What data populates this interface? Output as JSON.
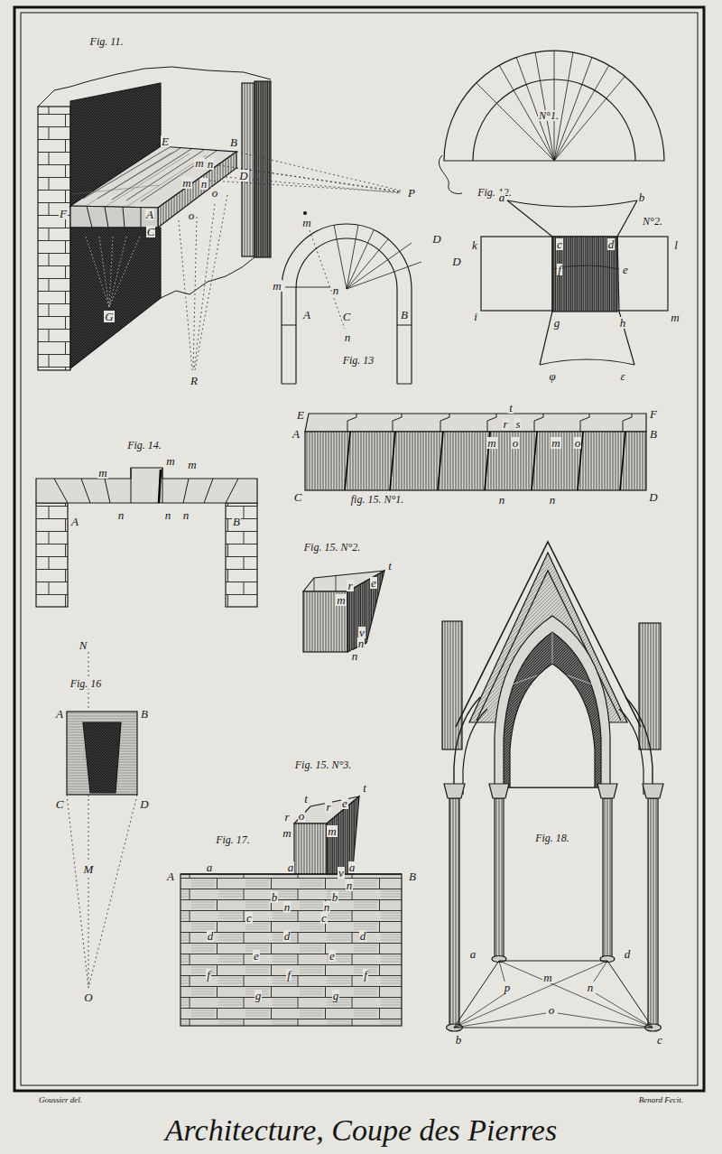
{
  "diagram": {
    "title": "Architecture, Coupe des Pierres",
    "labels": [
      "Fig. 11.",
      "E",
      "B",
      "m",
      "n",
      "D",
      "m",
      "n",
      "o",
      "P",
      "F",
      "A",
      "C",
      "o",
      "G",
      "R",
      "N°1.",
      "Fig. 12.",
      "a",
      "b",
      "N°2.",
      "k",
      "c",
      "d",
      "l",
      "f",
      "e",
      "i",
      "g",
      "h",
      "m",
      "φ",
      "ε",
      "m",
      "D",
      "D",
      "m",
      "n",
      "A",
      "C",
      "B",
      "n",
      "Fig. 13",
      "E",
      "t",
      "F",
      "A",
      "r",
      "s",
      "B",
      "m",
      "o",
      "m",
      "o",
      "C",
      "fig. 15. N°1.",
      "n",
      "n",
      "D",
      "Fig. 14.",
      "m",
      "m",
      "m",
      "A",
      "n",
      "n",
      "n",
      "B",
      "Fig. 15. N°2.",
      "t",
      "r",
      "e",
      "m",
      "v",
      "n",
      "n",
      "Fig. 16",
      "N",
      "A",
      "B",
      "C",
      "D",
      "M",
      "O",
      "Fig. 15. N°3.",
      "t",
      "t",
      "r",
      "o",
      "r",
      "e",
      "m",
      "m",
      "v",
      "n",
      "n",
      "n",
      "Fig. 17.",
      "A",
      "a",
      "a",
      "a",
      "B",
      "b",
      "b",
      "c",
      "c",
      "d",
      "d",
      "d",
      "e",
      "e",
      "f",
      "f",
      "f",
      "g",
      "g",
      "Fig. 18.",
      "a",
      "d",
      "p",
      "m",
      "n",
      "b",
      "o",
      "c",
      "Goussier del.",
      "Benard Fecit."
    ]
  }
}
